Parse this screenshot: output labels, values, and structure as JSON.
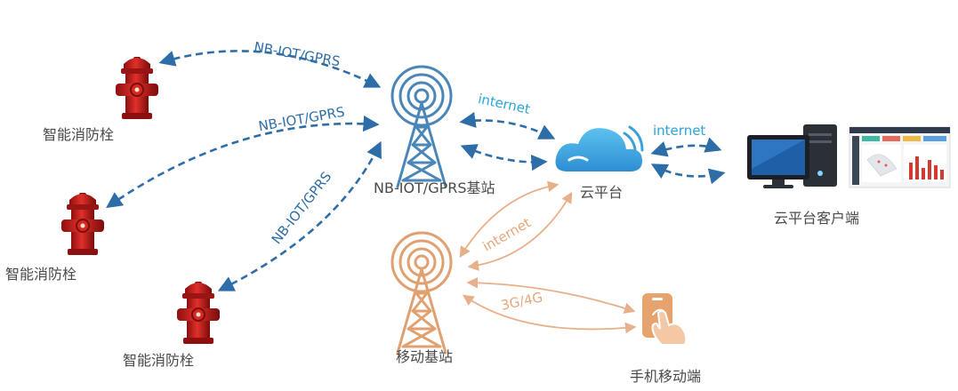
{
  "nodes": {
    "hydrant_1": "智能消防栓",
    "hydrant_2": "智能消防栓",
    "hydrant_3": "智能消防栓",
    "nb_station": "NB-IOT/GPRS基站",
    "cloud": "云平台",
    "client": "云平台客户端",
    "mobile_station": "移动基站",
    "phone": "手机移动端"
  },
  "links": {
    "hydrant_1_to_station": "NB-IOT/GPRS",
    "hydrant_2_to_station": "NB-IOT/GPRS",
    "hydrant_3_to_station": "NB-IOT/GPRS",
    "station_to_cloud": "internet",
    "cloud_to_client": "internet",
    "mobile_to_cloud": "internet",
    "mobile_to_phone": "3G/4G"
  },
  "colors": {
    "nb_link": "#2e6ea8",
    "internet_label": "#2aa6d8",
    "mobile_link": "#e8b08a",
    "hydrant": "#c8201e",
    "tower_blue": "#4a86b8",
    "tower_orange": "#e0a070",
    "cloud": "#3aa0dc"
  }
}
